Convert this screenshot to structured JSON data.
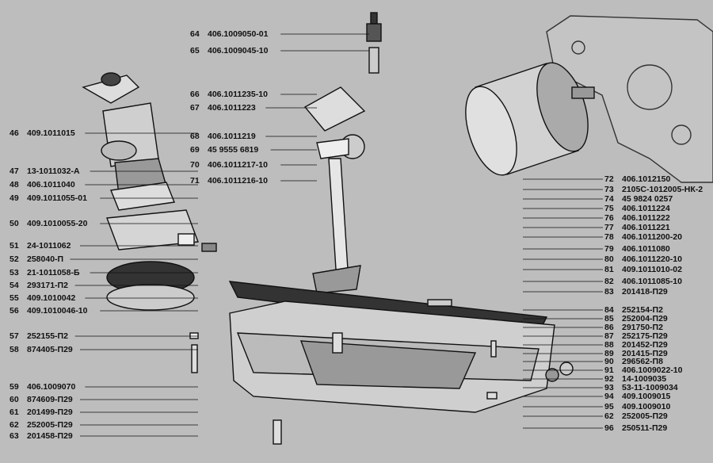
{
  "diagram": {
    "left_labels": [
      {
        "num": "46",
        "code": "409.1011015"
      },
      {
        "num": "47",
        "code": "13-1011032-А"
      },
      {
        "num": "48",
        "code": "406.1011040"
      },
      {
        "num": "49",
        "code": "409.1011055-01"
      },
      {
        "num": "50",
        "code": "409.1010055-20"
      },
      {
        "num": "51",
        "code": "24-1011062"
      },
      {
        "num": "52",
        "code": "258040-П"
      },
      {
        "num": "53",
        "code": "21-1011058-Б"
      },
      {
        "num": "54",
        "code": "293171-П2"
      },
      {
        "num": "55",
        "code": "409.1010042"
      },
      {
        "num": "56",
        "code": "409.1010046-10"
      },
      {
        "num": "57",
        "code": "252155-П2"
      },
      {
        "num": "58",
        "code": "874405-П29"
      },
      {
        "num": "59",
        "code": "406.1009070"
      },
      {
        "num": "60",
        "code": "874609-П29"
      },
      {
        "num": "61",
        "code": "201499-П29"
      },
      {
        "num": "62",
        "code": "252005-П29"
      },
      {
        "num": "63",
        "code": "201458-П29"
      }
    ],
    "top_labels": [
      {
        "num": "64",
        "code": "406.1009050-01"
      },
      {
        "num": "65",
        "code": "406.1009045-10"
      },
      {
        "num": "66",
        "code": "406.1011235-10"
      },
      {
        "num": "67",
        "code": "406.1011223"
      },
      {
        "num": "68",
        "code": "406.1011219"
      },
      {
        "num": "69",
        "code": "45 9555 6819"
      },
      {
        "num": "70",
        "code": "406.1011217-10"
      },
      {
        "num": "71",
        "code": "406.1011216-10"
      }
    ],
    "right_labels": [
      {
        "num": "72",
        "code": "406.1012150"
      },
      {
        "num": "73",
        "code": "2105С-1012005-НК-2"
      },
      {
        "num": "74",
        "code": "45 9824 0257"
      },
      {
        "num": "75",
        "code": "406.1011224"
      },
      {
        "num": "76",
        "code": "406.1011222"
      },
      {
        "num": "77",
        "code": "406.1011221"
      },
      {
        "num": "78",
        "code": "406.1011200-20"
      },
      {
        "num": "79",
        "code": "406.1011080"
      },
      {
        "num": "80",
        "code": "406.1011220-10"
      },
      {
        "num": "81",
        "code": "409.1011010-02"
      },
      {
        "num": "82",
        "code": "406.1011085-10"
      },
      {
        "num": "83",
        "code": "201418-П29"
      },
      {
        "num": "84",
        "code": "252154-П2"
      },
      {
        "num": "85",
        "code": "252004-П29"
      },
      {
        "num": "86",
        "code": "291750-П2"
      },
      {
        "num": "87",
        "code": "252175-П29"
      },
      {
        "num": "88",
        "code": "201452-П29"
      },
      {
        "num": "89",
        "code": "201415-П29"
      },
      {
        "num": "90",
        "code": "296562-П8"
      },
      {
        "num": "91",
        "code": "406.1009022-10"
      },
      {
        "num": "92",
        "code": "14-1009035"
      },
      {
        "num": "93",
        "code": "53-11-1009034"
      },
      {
        "num": "94",
        "code": "409.1009015"
      },
      {
        "num": "95",
        "code": "409.1009010"
      },
      {
        "num": "62",
        "code": "252005-П29"
      },
      {
        "num": "96",
        "code": "250511-П29"
      }
    ]
  }
}
